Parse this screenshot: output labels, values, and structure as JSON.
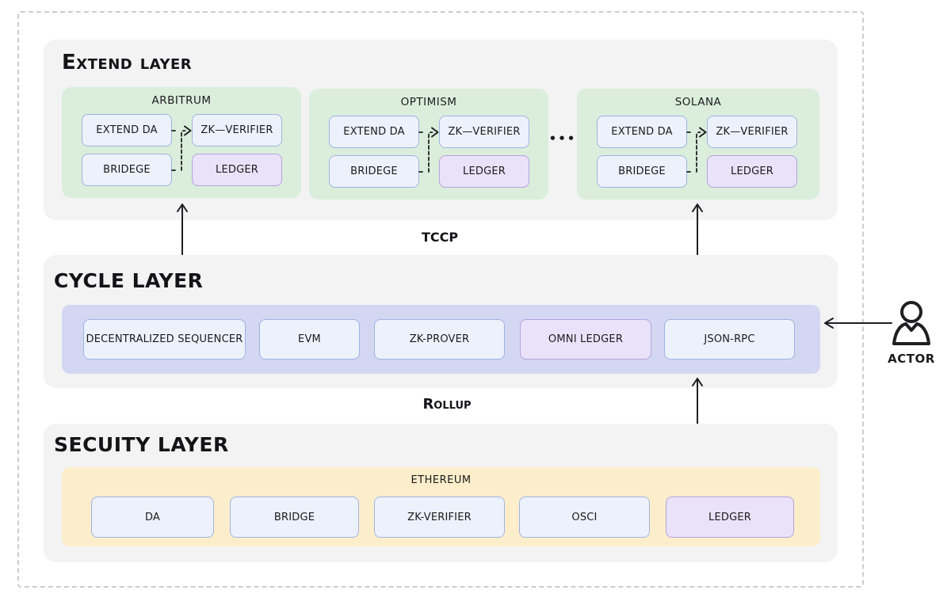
{
  "colors": {
    "ink": "#1b1b1e",
    "section_bg": "#f3f3f4",
    "group_green": "#daeedb",
    "node_fill": "#edf1fb",
    "node_border": "#9fb3e3",
    "purple_fill": "#eae2f8",
    "purple_border": "#b3a3e2",
    "cycle_bar": "#d3d7f1",
    "security_bar": "#fdeecb",
    "outer_border": "#cccccc"
  },
  "extend_layer": {
    "title": "Extend layer",
    "groups": [
      {
        "name": "ARBITRUM",
        "nodes": [
          "EXTEND DA",
          "ZK—VERIFIER",
          "BRIDEGE",
          "LEDGER"
        ]
      },
      {
        "name": "OPTIMISM",
        "nodes": [
          "EXTEND DA",
          "ZK—VERIFIER",
          "BRIDEGE",
          "LEDGER"
        ]
      },
      {
        "name": "SOLANA",
        "nodes": [
          "EXTEND DA",
          "ZK—VERIFIER",
          "BRIDEGE",
          "LEDGER"
        ]
      }
    ],
    "ellipsis": "•••"
  },
  "tccp_label": "TCCP",
  "cycle_layer": {
    "title": "CYCLE LAYER",
    "nodes": [
      "DECENTRALIZED SEQUENCER",
      "EVM",
      "ZK-PROVER",
      "OMNI LEDGER",
      "JSON-RPC"
    ]
  },
  "rollup_label": "Rollup",
  "security_layer": {
    "title": "SECUITY LAYER",
    "group_name": "ETHEREUM",
    "nodes": [
      "DA",
      "BRIDGE",
      "ZK-VERIFIER",
      "OSCI",
      "LEDGER"
    ]
  },
  "actor": {
    "label": "ACTOR"
  }
}
